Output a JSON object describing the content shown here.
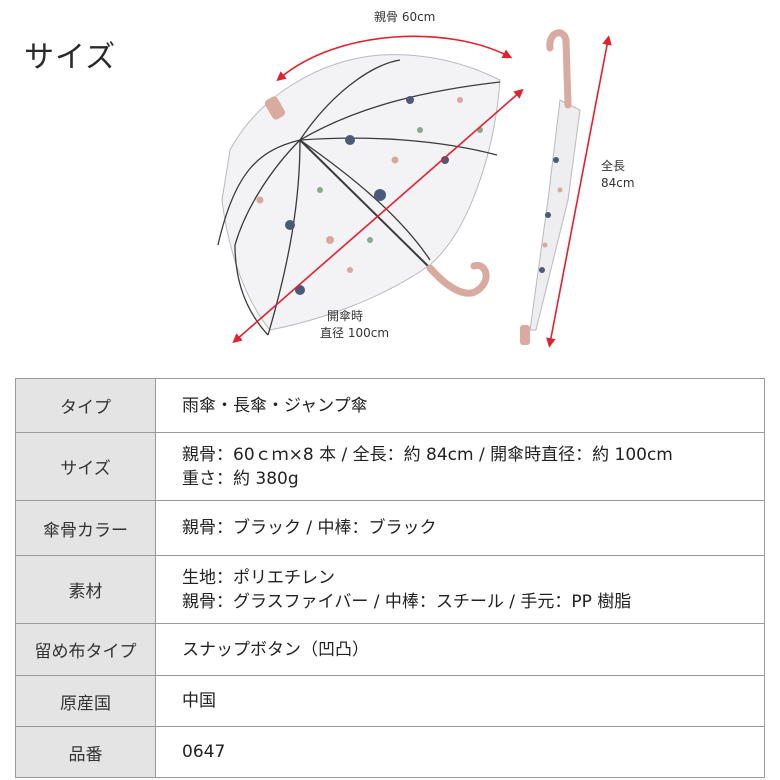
{
  "heading": "サイズ",
  "figure": {
    "rib_label": "親骨 60cm",
    "total_label_1": "全長",
    "total_label_2": "84cm",
    "diameter_label_1": "開傘時",
    "diameter_label_2": "直径 100cm",
    "colors": {
      "arrow": "#e2202e",
      "handle": "#d9aaa0",
      "rib": "#3a3a3a"
    }
  },
  "spec_rows": [
    {
      "key": "タイプ",
      "lines": [
        "雨傘・長傘・ジャンプ傘"
      ]
    },
    {
      "key": "サイズ",
      "lines": [
        "親骨：60ｃｍ×8 本 / 全長：約 84cm / 開傘時直径：約 100cm",
        "重さ：約 380g"
      ]
    },
    {
      "key": "傘骨カラー",
      "lines": [
        "親骨：ブラック / 中棒：ブラック"
      ]
    },
    {
      "key": "素材",
      "lines": [
        "生地：ポリエチレン",
        "親骨：グラスファイバー / 中棒：スチール / 手元：PP 樹脂"
      ]
    },
    {
      "key": "留め布タイプ",
      "lines": [
        "スナップボタン（凹凸）"
      ]
    },
    {
      "key": "原産国",
      "lines": [
        "中国"
      ]
    },
    {
      "key": "品番",
      "lines": [
        "0647"
      ]
    }
  ]
}
